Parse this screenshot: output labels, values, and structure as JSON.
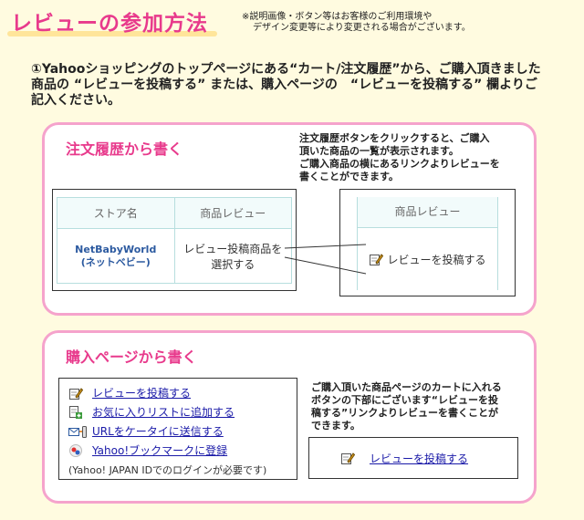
{
  "header": {
    "title": "レビューの参加方法",
    "note_line1": "※説明画像・ボタン等はお客様のご利用環境や",
    "note_line2": "デザイン変更等により変更される場合がございます。"
  },
  "intro": {
    "text": "①Yahooショッピングのトップページにある“カート/注文履歴”から、ご購入頂きました商品の “レビューを投稿する” または、購入ページの　“レビューを投稿する” 欄よりご記入ください。"
  },
  "order_history": {
    "title": "注文履歴から書く",
    "caption_line1": "注文履歴ボタンをクリックすると、ご購入",
    "caption_line2": "頂いた商品の一覧が表示されます。",
    "caption_line3": "ご購入商品の横にあるリンクよりレビューを",
    "caption_line4": "書くことができます。",
    "table": {
      "col_store": "ストア名",
      "col_review": "商品レビュー",
      "store_line1": "NetBabyWorld",
      "store_line2": "(ネットベビー)",
      "review_line1": "レビュー投稿商品を",
      "review_line2": "選択する"
    },
    "zoom": {
      "header": "商品レビュー",
      "link": "レビューを投稿する",
      "icon": "pencil-note-icon"
    }
  },
  "purchase_page": {
    "title": "購入ページから書く",
    "links": [
      {
        "label": "レビューを投稿する",
        "icon": "pencil-note-icon"
      },
      {
        "label": "お気に入りリストに追加する",
        "icon": "add-list-icon"
      },
      {
        "label": "URLをケータイに送信する",
        "icon": "mail-phone-icon"
      },
      {
        "label": "Yahoo!ブックマークに登録",
        "icon": "bookmark-icon"
      }
    ],
    "login_note": "(Yahoo! JAPAN IDでのログインが必要です)",
    "caption_line1": "ご購入頂いた商品ページのカートに入れる",
    "caption_line2": "ボタンの下部にございます“レビューを投",
    "caption_line3": "稿する”リンクよりレビューを書くことが",
    "caption_line4": "できます。",
    "zoom_link": "レビューを投稿する"
  },
  "colors": {
    "accent": "#e83a8c",
    "panel_border": "#f5a3cc",
    "background": "#fffbe0",
    "link": "#1a1aa8"
  }
}
